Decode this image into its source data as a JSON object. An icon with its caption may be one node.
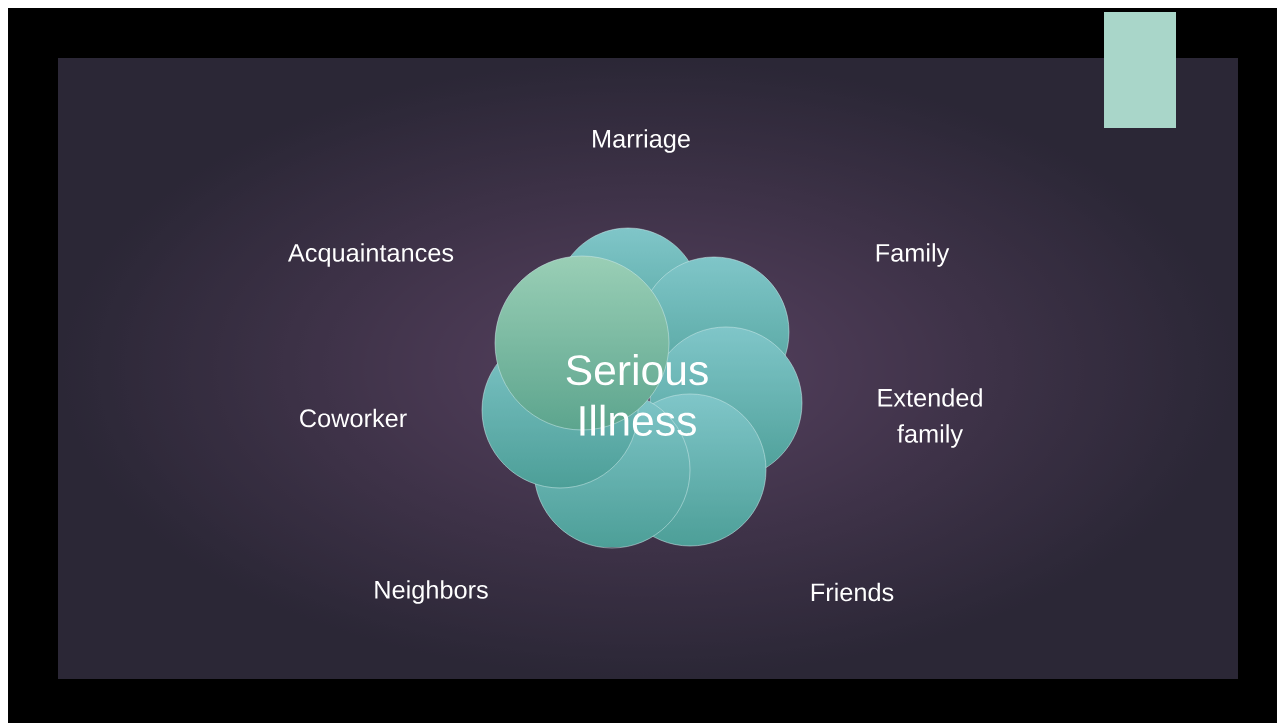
{
  "diagram": {
    "nodes": [
      {
        "text": [
          "Serious Illness"
        ]
      }
    ],
    "labels": [
      "Marriage",
      "Acquaintances",
      "Family",
      "Coworker",
      "Extended family",
      "Neighbors",
      "Friends"
    ]
  }
}
